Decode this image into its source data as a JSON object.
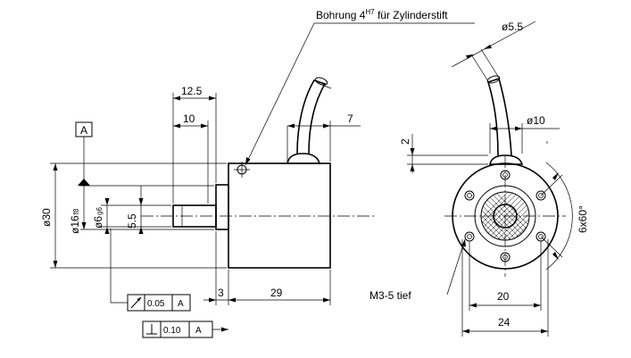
{
  "labels": {
    "bore_note": "Bohrung 4",
    "bore_fit": "H7",
    "bore_note_tail": " für Zylinderstift",
    "cable_dia": "ø5.5",
    "dim_12_5": "12.5",
    "dim_10": "10",
    "dim_7": "7",
    "dim_2": "2",
    "dim_d10": "ø10",
    "datum": "A",
    "dia30": "ø30",
    "dia16": "ø16",
    "dia16_fit": "f8",
    "dia6": "ø6",
    "dia6_fit": "g6",
    "dim_5_5": "5.5",
    "dim_3": "3",
    "dim_29": "29",
    "runout_tol": "0.05",
    "runout_ref": "A",
    "perp_tol": "0.10",
    "perp_ref": "A",
    "thread_note": "M3-5 tief",
    "dim_20": "20",
    "dim_24": "24",
    "pattern": "6x60°"
  }
}
